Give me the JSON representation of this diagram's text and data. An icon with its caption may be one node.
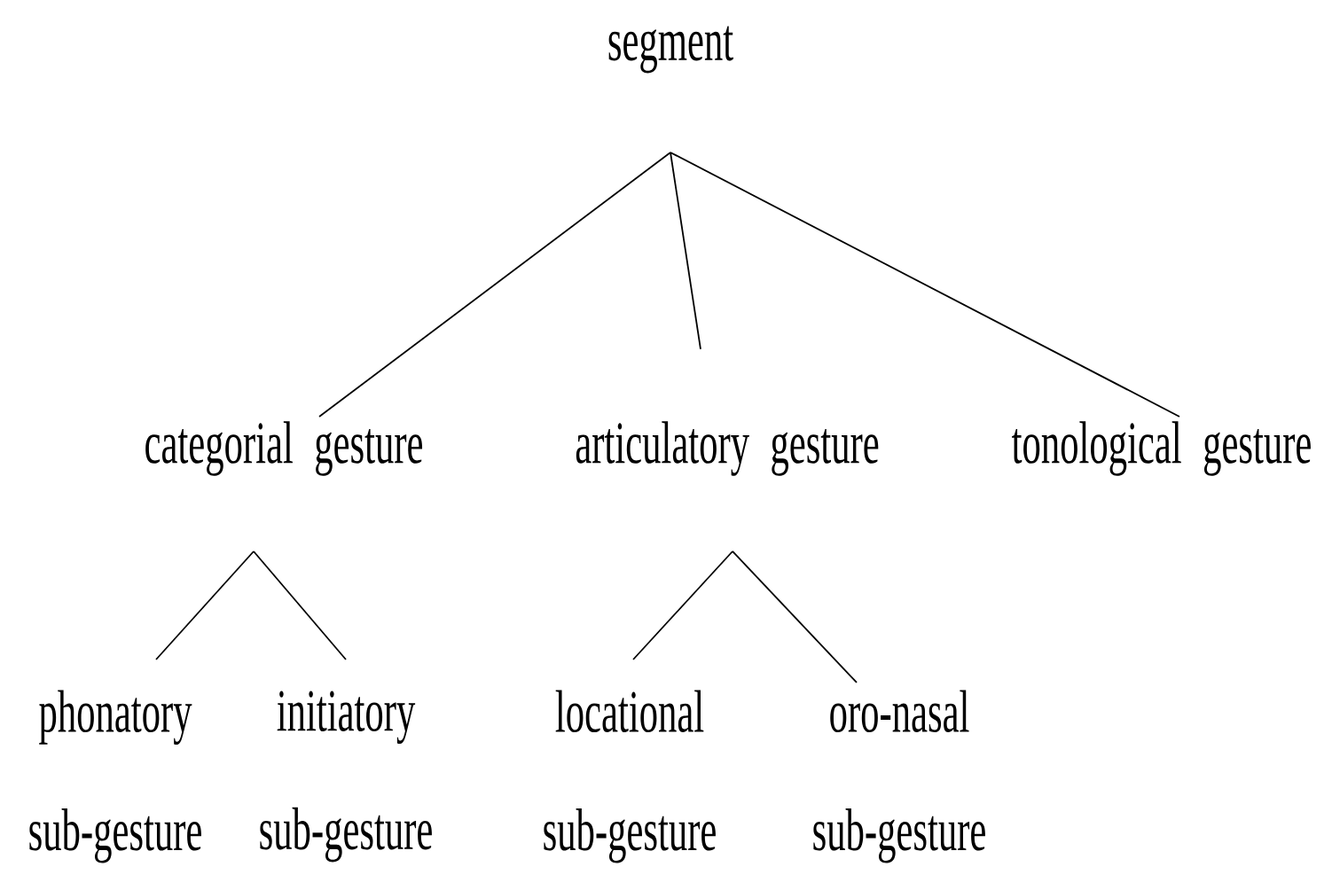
{
  "diagram": {
    "nodes": [
      {
        "text": [
          "segment"
        ]
      },
      {
        "text": [
          "categorial gesture"
        ]
      },
      {
        "text": [
          "articulatory gesture"
        ]
      },
      {
        "text": [
          "tonological gesture"
        ]
      },
      {
        "text": [
          "phonatory sub-gesture"
        ]
      },
      {
        "text": [
          "initiatory sub-gesture"
        ]
      },
      {
        "text": [
          "locational sub-gesture"
        ]
      },
      {
        "text": [
          "oro-nasal sub-gesture"
        ]
      }
    ],
    "edges": [
      {
        "from": 0,
        "to": 1,
        "arrow": "none"
      },
      {
        "from": 0,
        "to": 2,
        "arrow": "none"
      },
      {
        "from": 0,
        "to": 3,
        "arrow": "none"
      },
      {
        "from": 1,
        "to": 4,
        "arrow": "none"
      },
      {
        "from": 1,
        "to": 5,
        "arrow": "none"
      },
      {
        "from": 2,
        "to": 6,
        "arrow": "none"
      },
      {
        "from": 2,
        "to": 7,
        "arrow": "none"
      }
    ]
  }
}
